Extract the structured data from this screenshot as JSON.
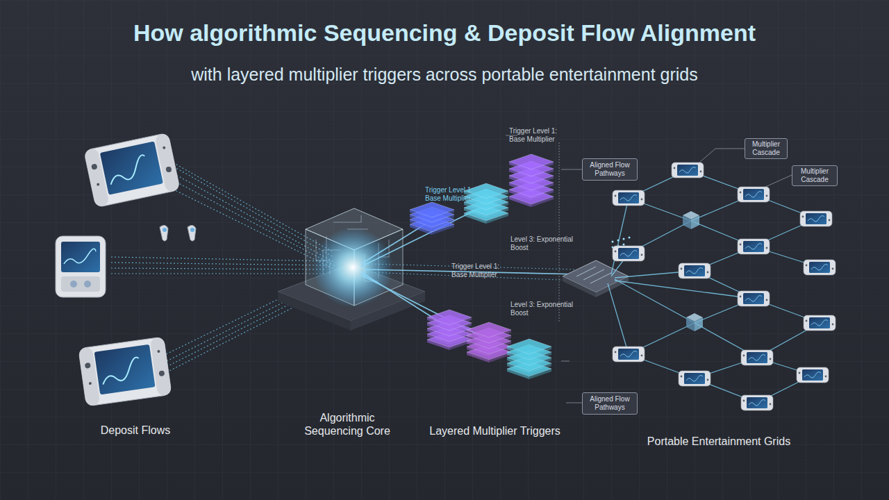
{
  "diagram": {
    "title": "How algorithmic Sequencing & Deposit Flow Alignment",
    "nodes": [
      {
        "text": [
          "Multiplier Cascade"
        ]
      },
      {
        "text": [
          "Aligned Flow Pathways"
        ]
      },
      {
        "text": [
          "Multiplier Cascade"
        ]
      },
      {
        "text": [
          "Aligned Flow Pathways"
        ]
      }
    ],
    "labels": [
      "with layered multiplier triggers across portable entertainment grids",
      "Trigger Level 1: Base Multiplier",
      "Trigger Level 1: Base Multiplier",
      "Trigger Level 1: Base Multiplier",
      "Level 3: Exponential Boost",
      "Level 3: Exponential Boost",
      "Deposit Flows",
      "Algorithmic Sequencing Core",
      "Layered Multiplier Triggers",
      "Portable Entertainment Grids"
    ]
  }
}
